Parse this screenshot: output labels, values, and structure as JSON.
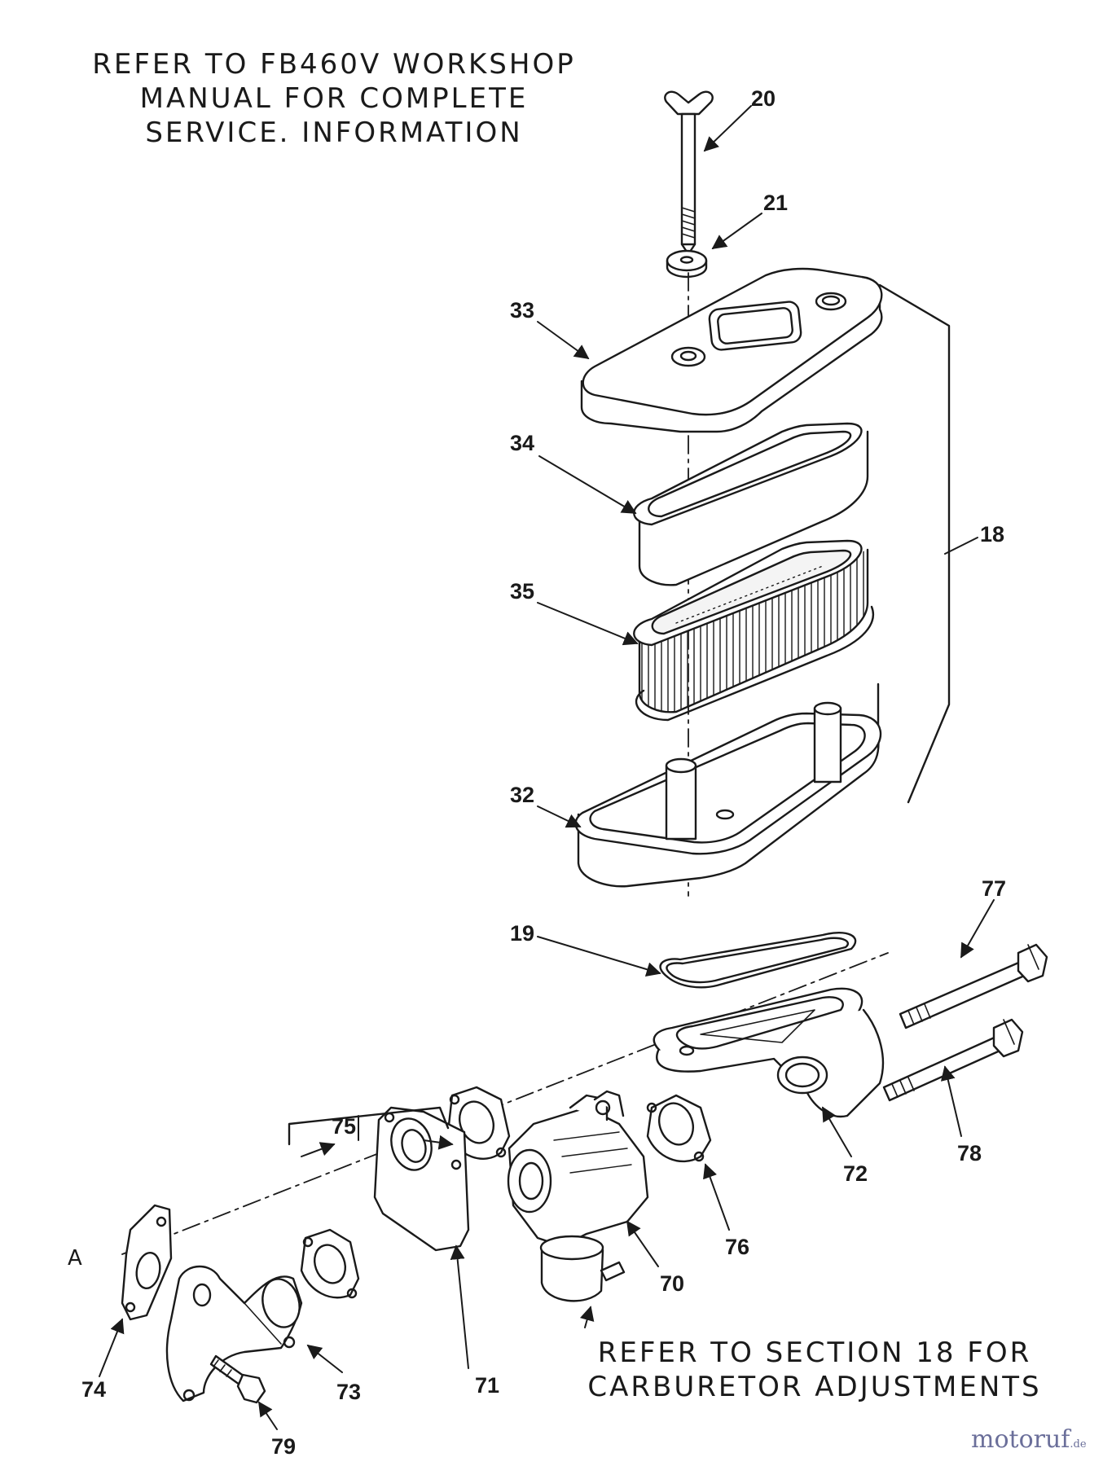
{
  "notes": {
    "top": [
      "REFER TO FB460V WORKSHOP",
      "MANUAL FOR COMPLETE",
      "SERVICE. INFORMATION"
    ],
    "bottom": [
      "REFER TO SECTION 18 FOR",
      "CARBURETOR ADJUSTMENTS"
    ]
  },
  "callouts": {
    "c20": "20",
    "c21": "21",
    "c33": "33",
    "c34": "34",
    "c35": "35",
    "c18": "18",
    "c32": "32",
    "c19": "19",
    "c77": "77",
    "c78": "78",
    "c72": "72",
    "c75": "75",
    "c76": "76",
    "c70": "70",
    "c71": "71",
    "c73": "73",
    "c74": "74",
    "c79": "79"
  },
  "reference": {
    "a": "A"
  },
  "watermark": {
    "name": "motoruf",
    "suffix": ".de",
    "color": "#6b6f9a"
  },
  "colors": {
    "ink": "#1a1a1a",
    "paper": "#ffffff"
  }
}
